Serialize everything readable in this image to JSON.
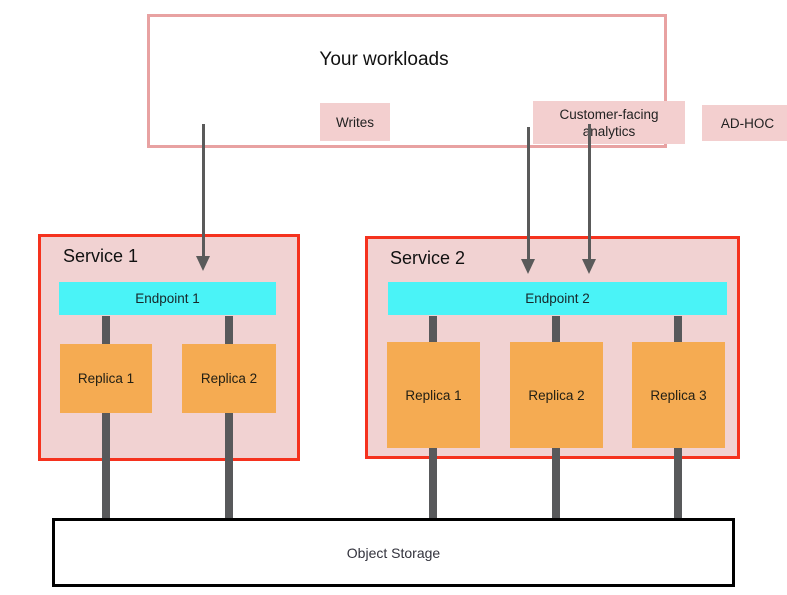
{
  "workloads": {
    "title": "Your workloads",
    "items": [
      {
        "label": "Writes"
      },
      {
        "label": "Customer-facing analytics"
      },
      {
        "label": "AD-HOC"
      }
    ]
  },
  "services": [
    {
      "title": "Service 1",
      "endpoint": "Endpoint 1",
      "replicas": [
        "Replica 1",
        "Replica 2"
      ]
    },
    {
      "title": "Service 2",
      "endpoint": "Endpoint 2",
      "replicas": [
        "Replica 1",
        "Replica 2",
        "Replica 3"
      ]
    }
  ],
  "storage": {
    "label": "Object Storage"
  },
  "colors": {
    "workloads_border": "#e8a2a2",
    "workload_item_fill": "#f3cfcf",
    "service_border": "#f5321e",
    "service_fill": "#f1d2d2",
    "endpoint_fill": "#4af3f7",
    "replica_fill": "#f5ab52",
    "connector_gray": "#58595b",
    "arrow_gray": "#5a5a5a",
    "storage_border": "#000000",
    "background": "#ffffff"
  }
}
